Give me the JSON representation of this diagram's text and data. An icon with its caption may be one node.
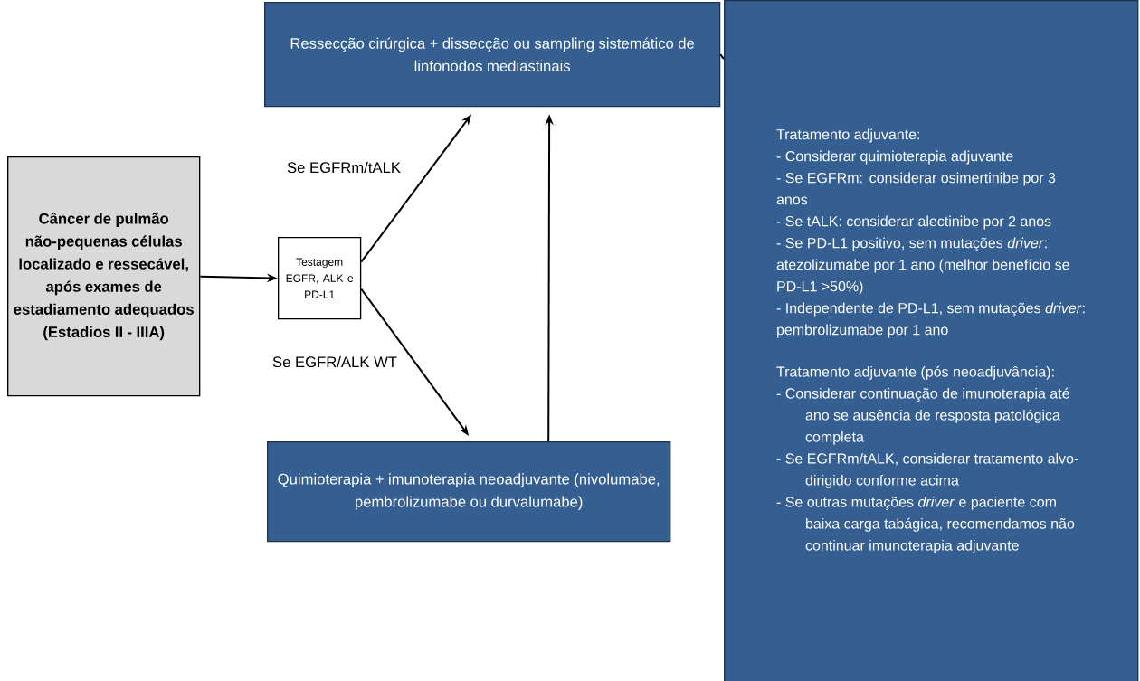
{
  "diagram": {
    "nodes": [
      {
        "text": [
          "Câncer de pulmão não-pequenas células localizado e ressecável, após exames de estadiamento adequados (Estadios II - IIIA)"
        ]
      },
      {
        "text": [
          "Testagem EGFR, ALK e PD-L1"
        ]
      },
      {
        "text": [
          "Ressecção cirúrgica + dissecção ou sampling sistemático de linfonodos mediastinais"
        ]
      },
      {
        "text": [
          "Quimioterapia + imunoterapia neoadjuvante (nivolumabe, pembrolizumabe ou durvalumabe)"
        ]
      },
      {
        "text": [
          "Tratamento adjuvante:",
          "- Considerar quimioterapia adjuvante",
          "- Se EGFRm: considerar osimertinibe por 3 anos",
          "- Se tALK: considerar alectinibe por 2 anos",
          "- Se PD-L1 positivo, sem mutações *driver*: atezolizumabe por 1 ano (melhor benefício se PD-L1 >50%)",
          "- Independente de PD-L1, sem mutações *driver*: pembrolizumabe por 1 ano",
          "Tratamento adjuvante (pós neoadjuvância):",
          "- Considerar continuação de imunoterapia até ano se ausência de resposta patológica completa",
          "- Se EGFRm/tALK, considerar tratamento alvo-dirigido conforme acima",
          "- Se outras mutações *driver* e paciente com baixa carga tabágica, recomendamos não continuar imunoterapia adjuvante"
        ]
      }
    ],
    "edges": [
      {
        "from": 0,
        "to": 1,
        "arrow": "to"
      },
      {
        "from": 1,
        "to": 2,
        "arrow": "to",
        "label": "Se EGFRm/tALK"
      },
      {
        "from": 1,
        "to": 3,
        "arrow": "to",
        "label": "Se EGFR/ALK WT"
      },
      {
        "from": 3,
        "to": 2,
        "arrow": "to"
      },
      {
        "from": 2,
        "to": 4,
        "arrow": "none"
      }
    ]
  }
}
